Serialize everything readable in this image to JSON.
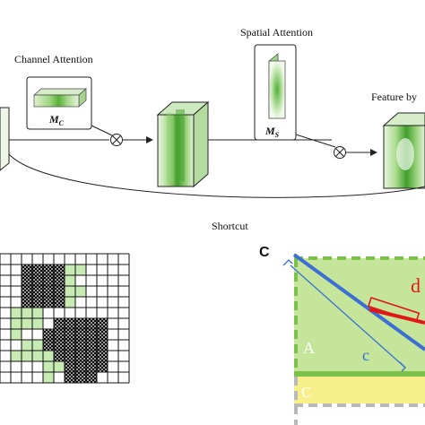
{
  "top_diagram": {
    "channel_attention_label": "Channel Attention",
    "spatial_attention_label": "Spatial Attention",
    "feature_label": "Feature by",
    "mc_label": "M",
    "mc_subscript": "C",
    "ms_label": "M",
    "ms_subscript": "S",
    "shortcut_label": "Shortcut",
    "multiply_symbol": "⊗"
  },
  "grid_panel": {
    "rows": 12,
    "cols": 12,
    "green_cells": [
      [
        1,
        6
      ],
      [
        1,
        7
      ],
      [
        2,
        6
      ],
      [
        3,
        6
      ],
      [
        3,
        7
      ],
      [
        4,
        6
      ],
      [
        5,
        1
      ],
      [
        5,
        2
      ],
      [
        5,
        3
      ],
      [
        6,
        1
      ],
      [
        6,
        2
      ],
      [
        6,
        3
      ],
      [
        7,
        1
      ],
      [
        8,
        2
      ],
      [
        8,
        3
      ],
      [
        9,
        1
      ],
      [
        9,
        2
      ],
      [
        9,
        3
      ],
      [
        9,
        4
      ],
      [
        10,
        4
      ],
      [
        10,
        5
      ],
      [
        11,
        4
      ]
    ],
    "hatched_cells": [
      [
        1,
        2
      ],
      [
        1,
        3
      ],
      [
        1,
        4
      ],
      [
        1,
        5
      ],
      [
        2,
        2
      ],
      [
        2,
        3
      ],
      [
        2,
        4
      ],
      [
        2,
        5
      ],
      [
        3,
        2
      ],
      [
        3,
        3
      ],
      [
        3,
        4
      ],
      [
        3,
        5
      ],
      [
        4,
        2
      ],
      [
        4,
        3
      ],
      [
        4,
        4
      ],
      [
        4,
        5
      ],
      [
        6,
        5
      ],
      [
        6,
        6
      ],
      [
        6,
        7
      ],
      [
        6,
        8
      ],
      [
        6,
        9
      ],
      [
        7,
        4
      ],
      [
        7,
        5
      ],
      [
        7,
        6
      ],
      [
        7,
        7
      ],
      [
        7,
        8
      ],
      [
        7,
        9
      ],
      [
        8,
        4
      ],
      [
        8,
        5
      ],
      [
        8,
        6
      ],
      [
        8,
        7
      ],
      [
        8,
        8
      ],
      [
        8,
        9
      ],
      [
        9,
        5
      ],
      [
        9,
        6
      ],
      [
        9,
        7
      ],
      [
        9,
        8
      ],
      [
        9,
        9
      ],
      [
        10,
        6
      ],
      [
        10,
        7
      ],
      [
        10,
        8
      ],
      [
        10,
        9
      ],
      [
        11,
        6
      ],
      [
        11,
        7
      ],
      [
        11,
        8
      ]
    ]
  },
  "panel_c": {
    "panel_label": "C",
    "label_a": "A",
    "label_c_region": "C",
    "label_c_line": "c",
    "label_d": "d",
    "colors": {
      "green_fill": "#c5e59a",
      "green_border": "#7cc24a",
      "yellow_fill": "#f6ef8a",
      "blue_line": "#3b6fd6",
      "red": "#e01818",
      "gray_dash": "#b9b9b9"
    }
  }
}
